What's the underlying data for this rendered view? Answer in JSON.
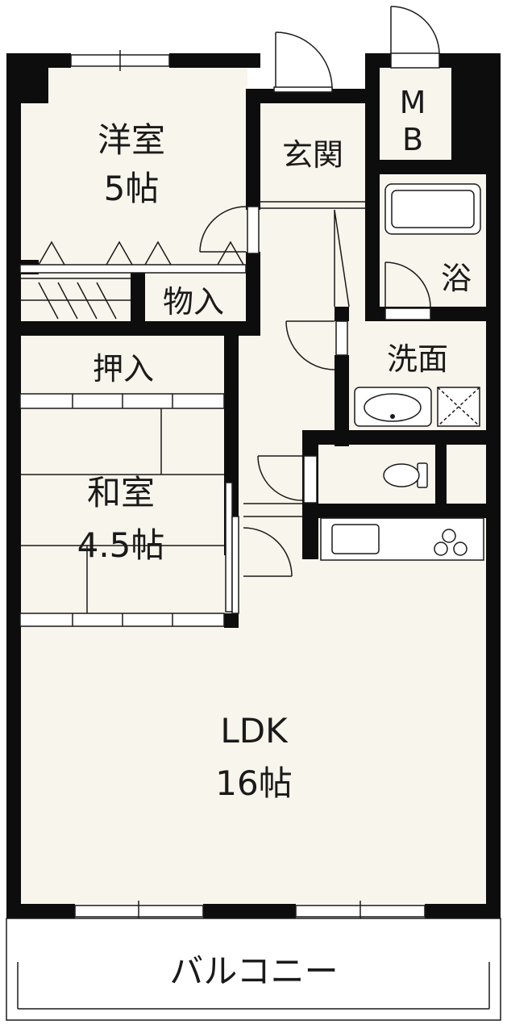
{
  "colors": {
    "floor": "#f8f5ec",
    "wall": "#0d0d0d",
    "line": "#1a1a1a",
    "background": "#ffffff"
  },
  "rooms": {
    "western_room": {
      "name": "洋室",
      "size": "5帖"
    },
    "entrance": {
      "name": "玄関"
    },
    "meter_box": {
      "line1": "M",
      "line2": "B"
    },
    "bath": {
      "name": "浴"
    },
    "storage": {
      "name": "物入"
    },
    "washroom": {
      "name": "洗面"
    },
    "closet": {
      "name": "押入"
    },
    "japanese_room": {
      "name": "和室",
      "size": "4.5帖"
    },
    "ldk": {
      "name": "LDK",
      "size": "16帖"
    },
    "balcony": {
      "name": "バルコニー"
    }
  }
}
